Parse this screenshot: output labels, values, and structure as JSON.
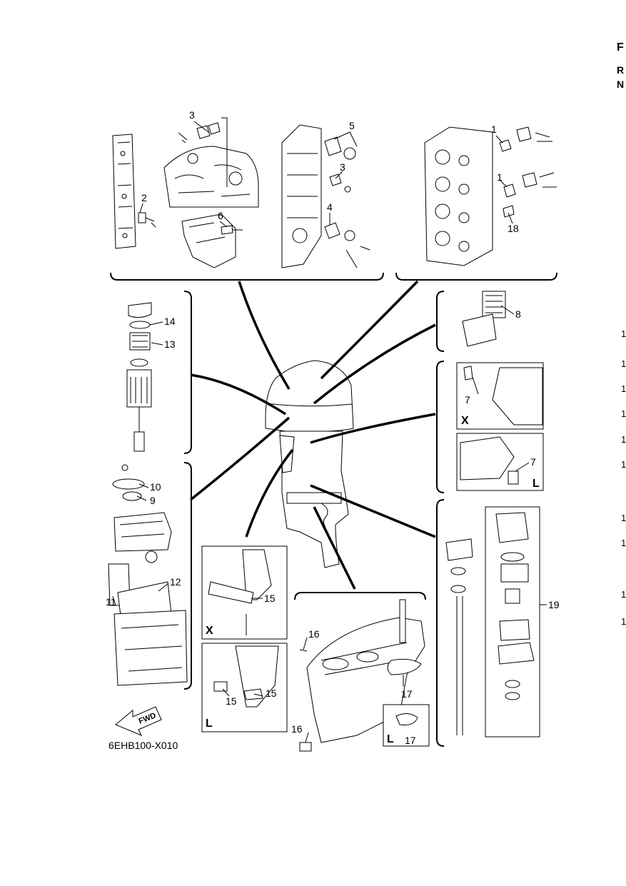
{
  "diagram_code": "6EHB100-X010",
  "fwd_label": "FWD",
  "inset_labels": {
    "x": "X",
    "l": "L"
  },
  "callouts": {
    "c1": "1",
    "c2": "2",
    "c3": "3",
    "c4": "4",
    "c5": "5",
    "c6": "6",
    "c7": "7",
    "c8": "8",
    "c9": "9",
    "c10": "10",
    "c11": "11",
    "c12": "12",
    "c13": "13",
    "c14": "14",
    "c15": "15",
    "c16": "16",
    "c17": "17",
    "c18": "18",
    "c19": "19"
  },
  "right_edge": {
    "letters": [
      "F",
      "R",
      "N"
    ],
    "numbers": [
      "1",
      "1",
      "1",
      "1",
      "1",
      "1",
      "1",
      "1",
      "1",
      "1"
    ]
  }
}
